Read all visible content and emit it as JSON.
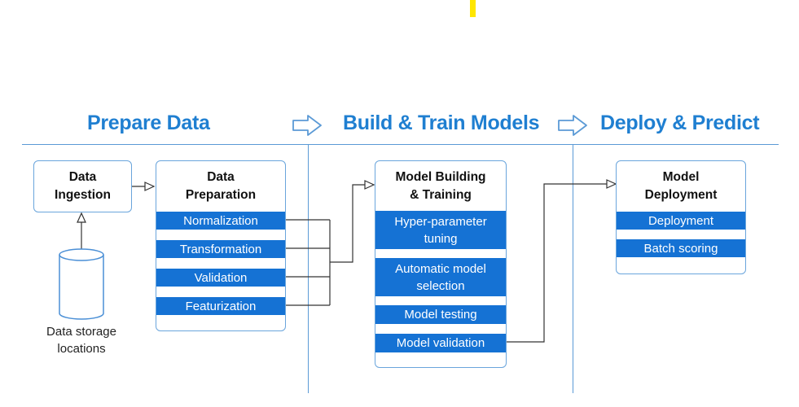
{
  "sections": {
    "prepare": "Prepare Data",
    "build": "Build & Train Models",
    "deploy": "Deploy & Predict"
  },
  "ingestion": {
    "title": "Data\nIngestion"
  },
  "storage": {
    "label": "Data storage\nlocations"
  },
  "preparation": {
    "title": "Data\nPreparation",
    "steps": [
      "Normalization",
      "Transformation",
      "Validation",
      "Featurization"
    ]
  },
  "training": {
    "title": "Model Building\n& Training",
    "steps": [
      "Hyper-parameter\ntuning",
      "Automatic model\nselection",
      "Model testing",
      "Model validation"
    ]
  },
  "deployment": {
    "title": "Model\nDeployment",
    "steps": [
      "Deployment",
      "Batch scoring"
    ]
  },
  "colors": {
    "accent": "#1f7fd1",
    "bar": "#1572d4",
    "marker": "#ffe600"
  }
}
